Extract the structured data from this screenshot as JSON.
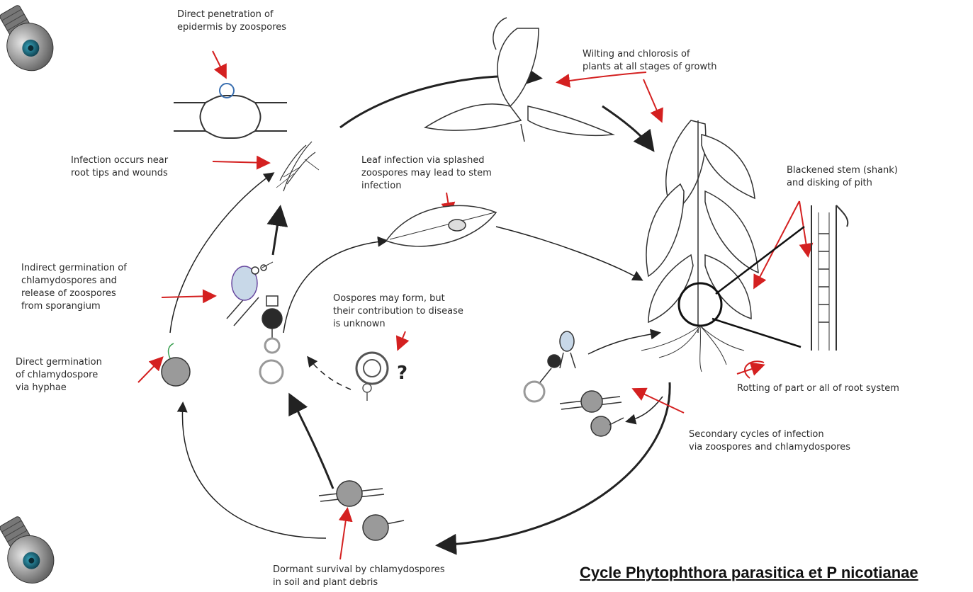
{
  "labels": {
    "direct_penetration": "Direct penetration of\nepidermis by zoospores",
    "wilting": "Wilting and chlorosis of\nplants at all stages of growth",
    "infection_root_tips": "Infection occurs near\nroot tips and wounds",
    "leaf_infection": "Leaf infection via splashed\nzoospores may lead to stem\ninfection",
    "blackened_stem": "Blackened stem (shank)\nand disking of pith",
    "indirect_germination": "Indirect germination of\nchlamydospores and\nrelease of zoospores\nfrom sporangium",
    "oospores": "Oospores may form, but\ntheir contribution to disease\nis unknown",
    "direct_germination": "Direct germination\nof chlamydospore\nvia hyphae",
    "rotting": "Rotting of part or all of root system",
    "secondary_cycles": "Secondary cycles of infection\nvia zoospores and chlamydospores",
    "dormant_survival": "Dormant survival by chlamydospores\nin soil and plant debris",
    "question_mark": "?"
  },
  "caption": "Cycle Phytophthora parasitica et P nicotianae",
  "colors": {
    "pointer_arrow": "#d42020",
    "line": "#222222",
    "spore_fill": "#9a9a9a",
    "speaker_body": "#8a8a8a"
  },
  "icons": [
    "speaker-icon",
    "speaker-icon"
  ]
}
